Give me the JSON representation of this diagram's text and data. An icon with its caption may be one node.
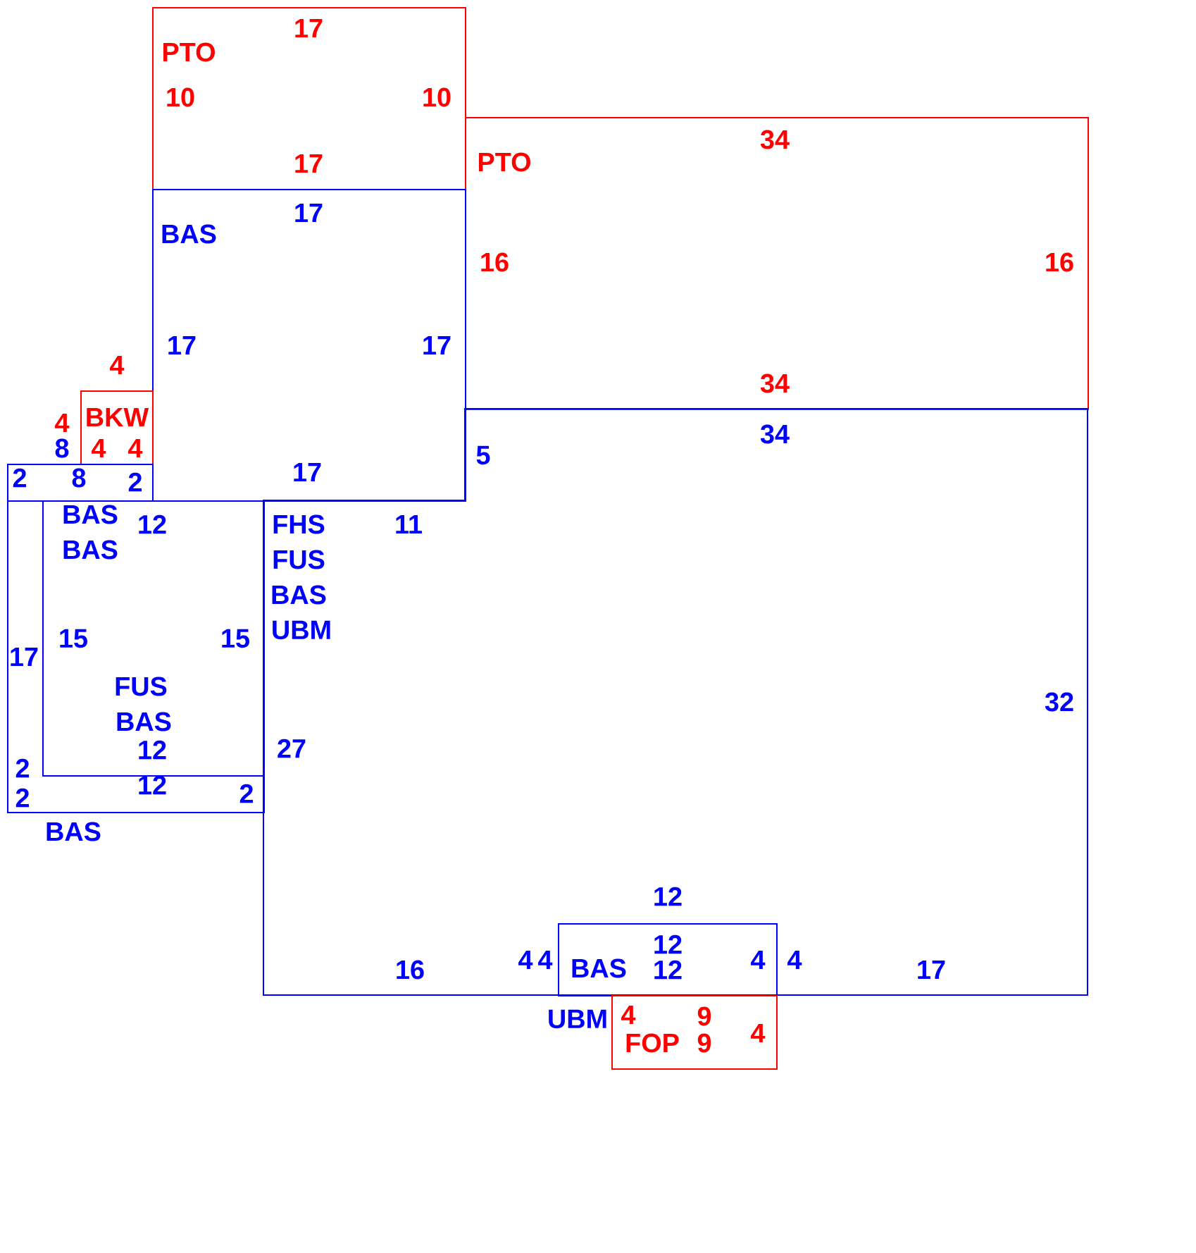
{
  "diagram": {
    "nodes": [
      {
        "text": [
          "PTO"
        ]
      },
      {
        "text": [
          "PTO"
        ]
      },
      {
        "text": [
          "BAS"
        ]
      },
      {
        "text": [
          "BKW"
        ]
      },
      {
        "text": [],
        "shape": "box"
      },
      {
        "text": [
          "FHS",
          "FUS",
          "BAS",
          "UBM"
        ]
      },
      {
        "text": [
          "BAS"
        ]
      },
      {
        "text": [
          "BAS",
          "BAS",
          "FUS",
          "BAS"
        ],
        "in": 6
      },
      {
        "text": [
          "BAS",
          "UBM"
        ],
        "in": 5
      },
      {
        "text": [
          "FOP"
        ]
      }
    ],
    "labels": [
      "17",
      "10",
      "10",
      "34",
      "17",
      "17",
      "16",
      "16",
      "17",
      "17",
      "4",
      "34",
      "4",
      "8",
      "4",
      "4",
      "5",
      "34",
      "2",
      "8",
      "2",
      "17",
      "12",
      "11",
      "15",
      "15",
      "17",
      "32",
      "12",
      "27",
      "2",
      "2",
      "12",
      "2",
      "12",
      "12",
      "16",
      "4",
      "4",
      "12",
      "4",
      "4",
      "17",
      "4",
      "9",
      "9",
      "4"
    ]
  }
}
